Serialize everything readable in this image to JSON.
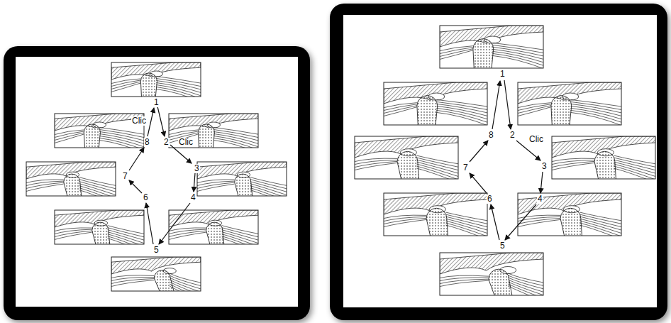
{
  "diagram": {
    "labels": [
      "1",
      "2",
      "Clic",
      "3",
      "4",
      "5",
      "6",
      "7",
      "8",
      "Clic",
      "1",
      "2",
      "Clic",
      "3",
      "4",
      "5",
      "6",
      "7",
      "8"
    ]
  }
}
